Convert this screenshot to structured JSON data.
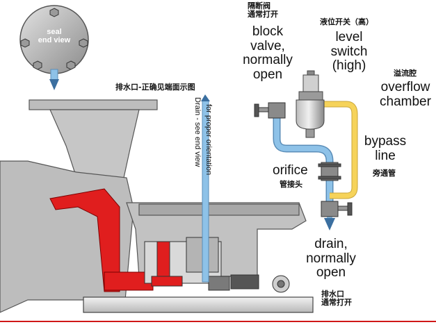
{
  "seal_end_view": {
    "label_line1": "seal",
    "label_line2": "end view"
  },
  "drain_header": {
    "cn": "排水口-正确见端面示图"
  },
  "drain_vertical": {
    "line1": "Drain - see end view",
    "line2": "for proper orientation"
  },
  "block_valve": {
    "cn_line1": "隔断阀",
    "cn_line2": "通常打开",
    "en_lines": [
      "block",
      "valve,",
      "normally",
      "open"
    ]
  },
  "level_switch": {
    "cn": "液位开关（高）",
    "en_lines": [
      "level",
      "switch",
      "(high)"
    ]
  },
  "overflow_chamber": {
    "cn": "溢流腔",
    "en_lines": [
      "overflow",
      "chamber"
    ]
  },
  "bypass_line": {
    "en_lines": [
      "bypass",
      "line"
    ],
    "cn": "旁通管"
  },
  "orifice": {
    "en": "orifice",
    "cn": "管接头"
  },
  "drain_outlet": {
    "en_lines": [
      "drain,",
      "normally",
      "open"
    ],
    "cn_line1": "排水口",
    "cn_line2": "通常打开"
  },
  "colors": {
    "pipe": "#8ec2e8",
    "pipe_edge": "#5a8db8",
    "casing": "#bdbdbd",
    "casing_dark": "#555555",
    "red": "#e01e1e",
    "bypass": "#f6d35a",
    "valve": "#8a8a8a",
    "baseline": "#d01818"
  }
}
